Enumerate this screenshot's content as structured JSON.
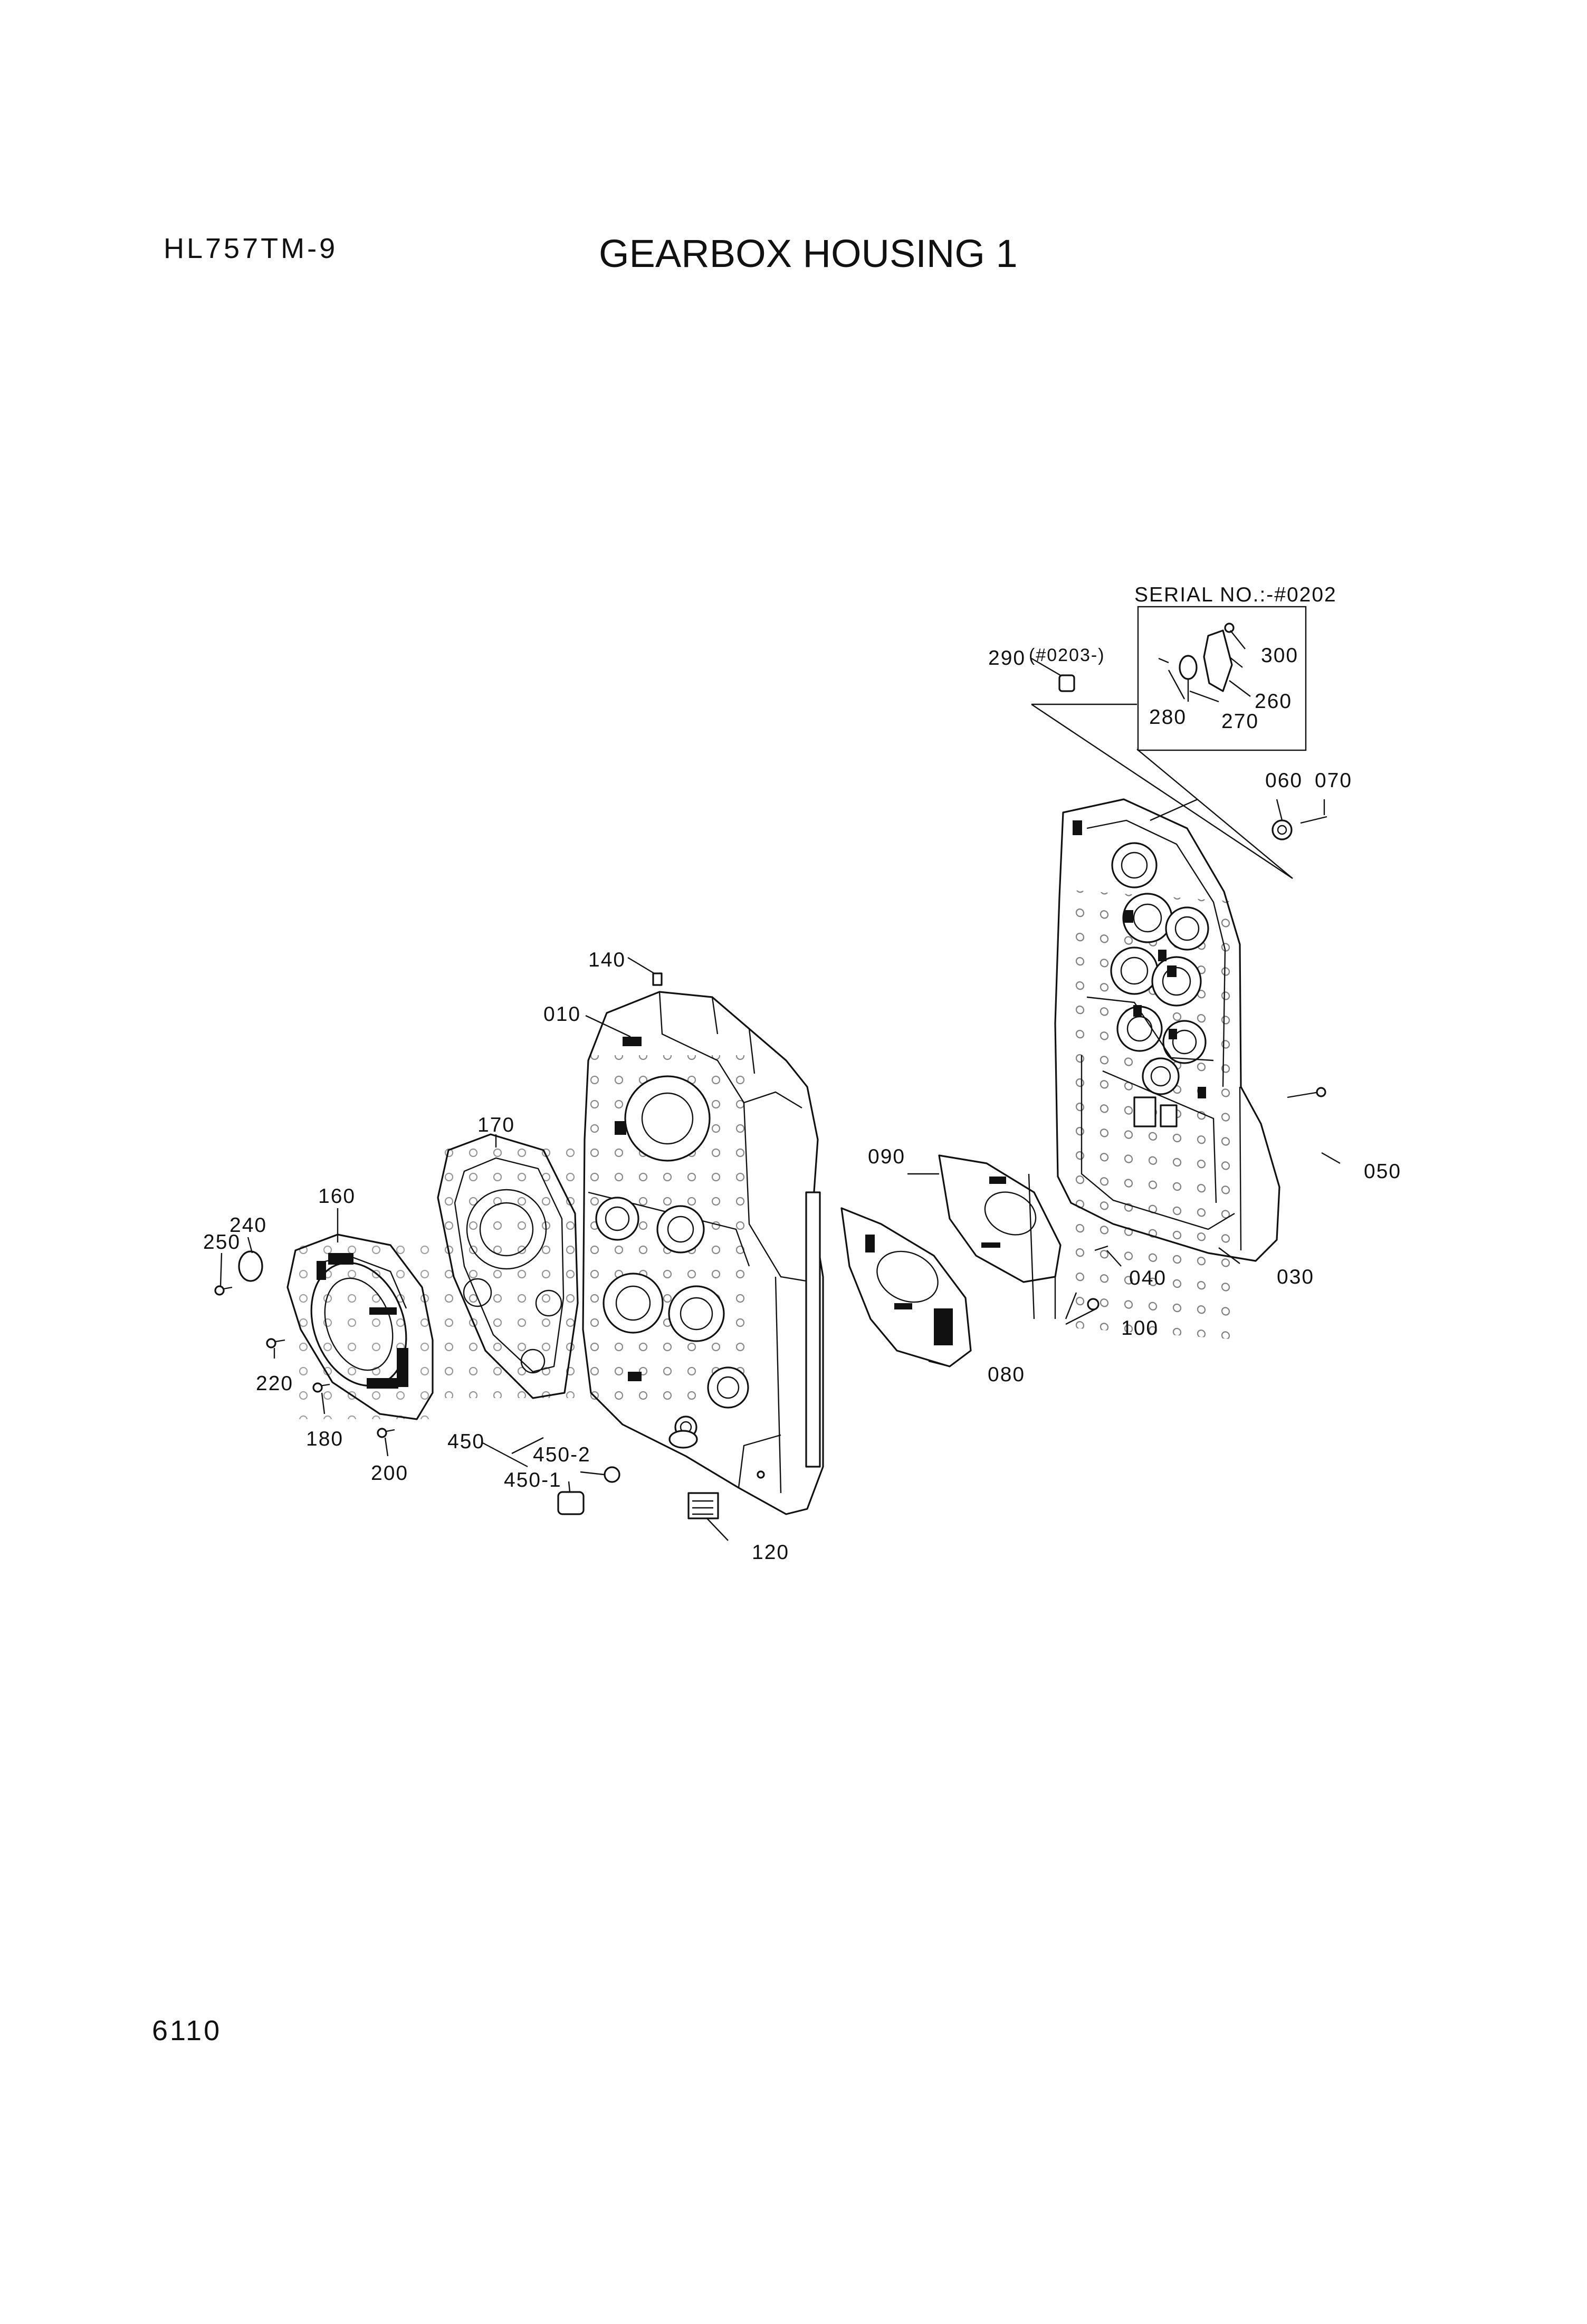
{
  "header": {
    "model": "HL757TM-9",
    "title": "GEARBOX HOUSING 1"
  },
  "footer": {
    "page_number": "6110"
  },
  "serial_box": {
    "label": "SERIAL NO.:-#0202"
  },
  "callouts": {
    "p010": "010",
    "p030": "030",
    "p040": "040",
    "p050": "050",
    "p060": "060",
    "p070": "070",
    "p080": "080",
    "p090": "090",
    "p100": "100",
    "p120": "120",
    "p140": "140",
    "p160": "160",
    "p170": "170",
    "p180": "180",
    "p200": "200",
    "p220": "220",
    "p240": "240",
    "p250": "250",
    "p260": "260",
    "p270": "270",
    "p280": "280",
    "p290": "290",
    "p290_note": "(#0203-)",
    "p300": "300",
    "p450": "450",
    "p450_1": "450-1",
    "p450_2": "450-2"
  }
}
